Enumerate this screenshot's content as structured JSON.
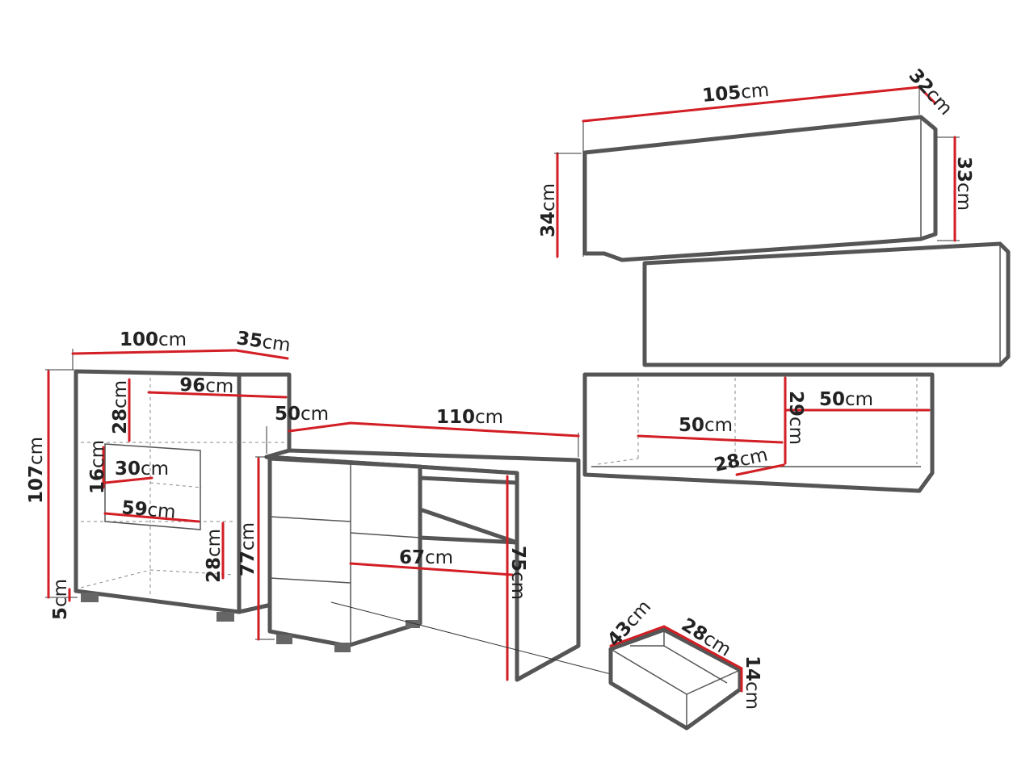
{
  "colors": {
    "outline": "#555555",
    "dimension_line": "#d21e24",
    "label": "#222222",
    "background": "#ffffff"
  },
  "dimensions": {
    "shelf_top": {
      "width": {
        "num": "105",
        "unit": "cm"
      },
      "depth": {
        "num": "32",
        "unit": "cm"
      },
      "height_left": {
        "num": "34",
        "unit": "cm"
      },
      "height_right": {
        "num": "33",
        "unit": "cm"
      }
    },
    "shelf_open": {
      "inner_left": {
        "num": "50",
        "unit": "cm"
      },
      "inner_right": {
        "num": "50",
        "unit": "cm"
      },
      "inner_height": {
        "num": "29",
        "unit": "cm"
      },
      "inner_depth": {
        "num": "28",
        "unit": "cm"
      }
    },
    "cabinet": {
      "width": {
        "num": "100",
        "unit": "cm"
      },
      "depth": {
        "num": "35",
        "unit": "cm"
      },
      "height": {
        "num": "107",
        "unit": "cm"
      },
      "feet": {
        "num": "5",
        "unit": "cm"
      },
      "inner_width": {
        "num": "96",
        "unit": "cm"
      },
      "top_compartment": {
        "num": "28",
        "unit": "cm"
      },
      "niche_height": {
        "num": "16",
        "unit": "cm"
      },
      "niche_depth": {
        "num": "30",
        "unit": "cm"
      },
      "niche_width": {
        "num": "59",
        "unit": "cm"
      },
      "bottom_compartment": {
        "num": "28",
        "unit": "cm"
      }
    },
    "desk": {
      "depth": {
        "num": "50",
        "unit": "cm"
      },
      "width": {
        "num": "110",
        "unit": "cm"
      },
      "height": {
        "num": "77",
        "unit": "cm"
      },
      "knee_width": {
        "num": "67",
        "unit": "cm"
      },
      "knee_height": {
        "num": "75",
        "unit": "cm"
      }
    },
    "drawer": {
      "width": {
        "num": "43",
        "unit": "cm"
      },
      "depth": {
        "num": "28",
        "unit": "cm"
      },
      "height": {
        "num": "14",
        "unit": "cm"
      }
    }
  }
}
